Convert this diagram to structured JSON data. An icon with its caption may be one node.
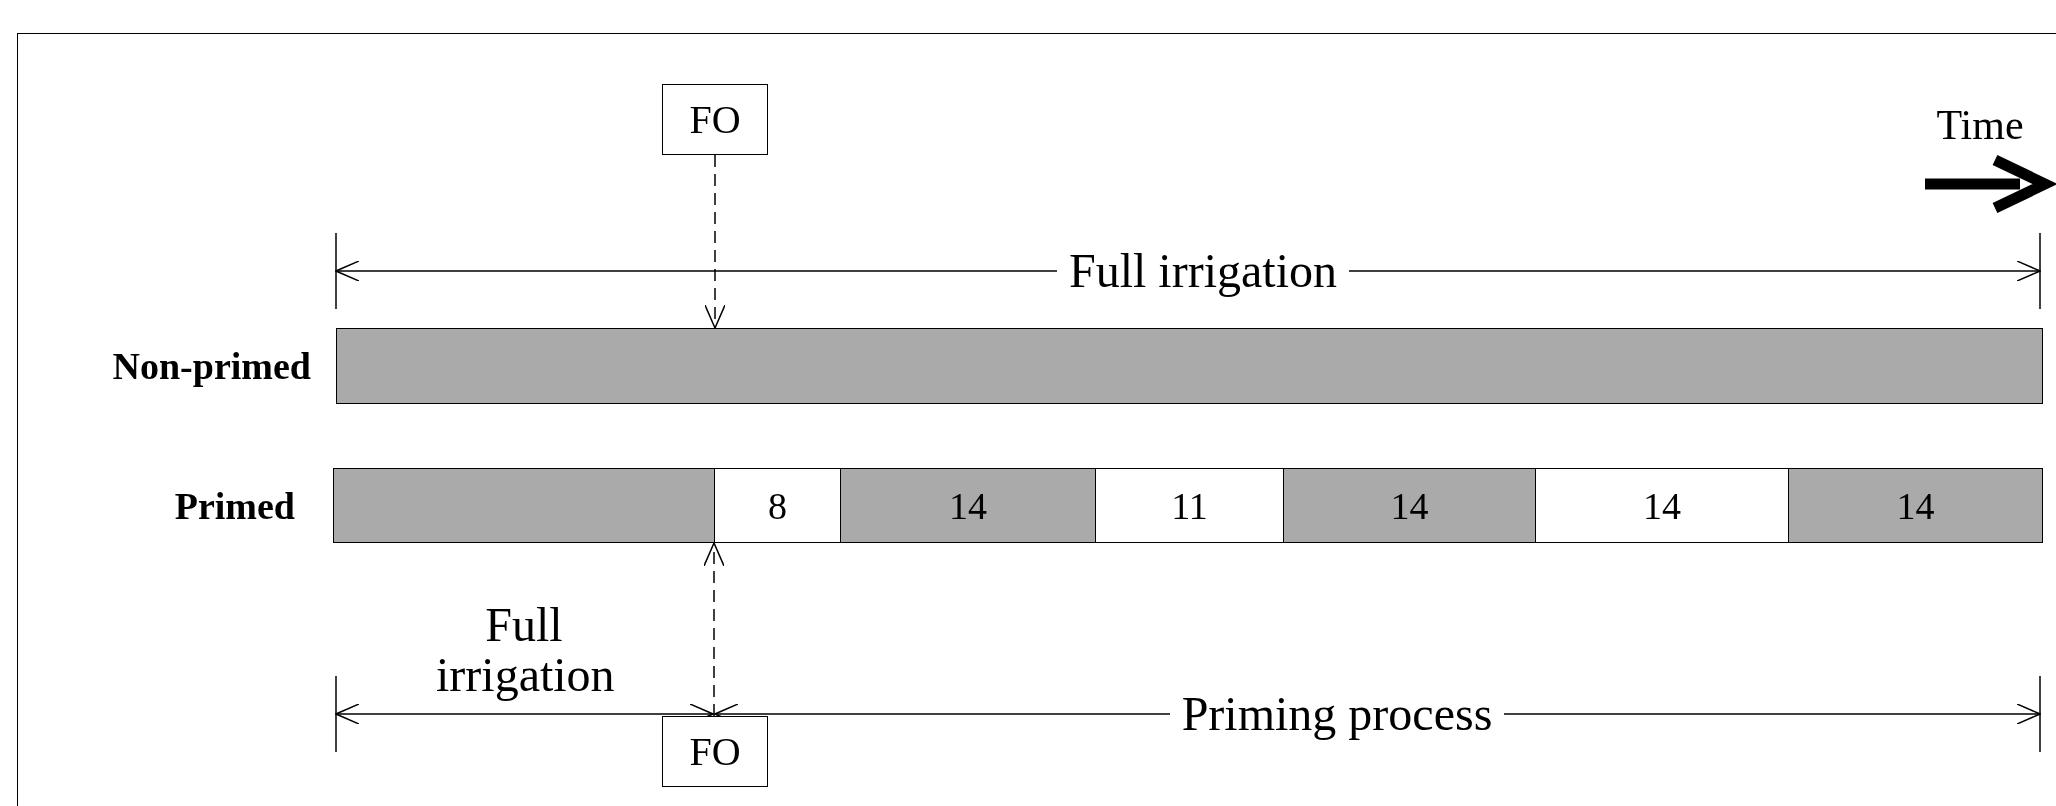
{
  "diagram": {
    "nodes": [
      {
        "text": [
          "FO"
        ]
      },
      {
        "text": [
          "Non-primed"
        ]
      },
      {
        "text": [
          "Primed"
        ]
      },
      {
        "text": [],
        "shape": "bar",
        "in": 2
      },
      {
        "text": [
          "8"
        ],
        "in": 2
      },
      {
        "text": [
          "14"
        ],
        "in": 2
      },
      {
        "text": [
          "11"
        ],
        "in": 2
      },
      {
        "text": [
          "14"
        ],
        "in": 2
      },
      {
        "text": [
          "14"
        ],
        "in": 2
      },
      {
        "text": [
          "14"
        ],
        "in": 2
      },
      {
        "text": [
          "FO"
        ]
      }
    ],
    "edges": [
      {
        "from": 0,
        "to": 1,
        "arrow": "to",
        "style": "dashed"
      },
      {
        "from": 10,
        "to": 2,
        "arrow": "to",
        "style": "dashed"
      }
    ],
    "labels": [
      "Time",
      "Full irrigation",
      "Full irrigation",
      "Priming process"
    ]
  }
}
